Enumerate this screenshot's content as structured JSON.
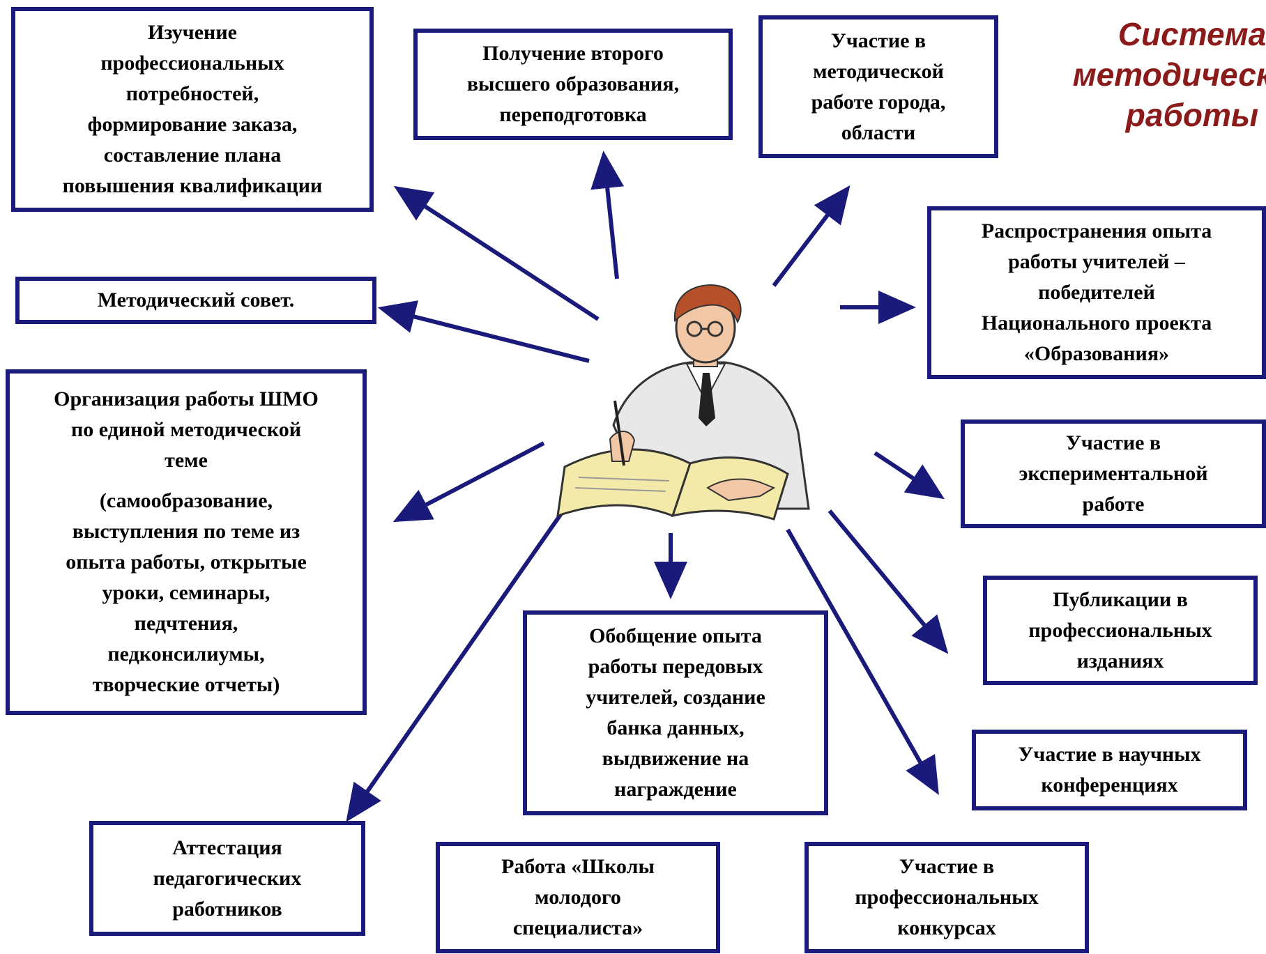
{
  "title": "Система\nметодической\nработы",
  "boxes": {
    "study": "Изучение\nпрофессиональных\nпотребностей,\nформирование заказа,\nсоставление плана\nповышения квалификации",
    "second_education": "Получение второго\nвысшего образования,\nпереподготовка",
    "city_work": "Участие в\nметодической\nработе города,\nобласти",
    "spread_experience": "Распространения опыта\nработы учителей –\nпобедителей\nНационального проекта\n«Образования»",
    "method_council": "Методический совет.",
    "shmo": "Организация работы ШМО\nпо единой методической\nтеме",
    "shmo_details": "(самообразование,\nвыступления по теме из\nопыта работы, открытые\nуроки, семинары,\nпедчтения,\nпедконсилиумы,\nтворческие отчеты)",
    "experimental": "Участие в\nэкспериментальной\nработе",
    "publications": "Публикации в\nпрофессиональных\nизданиях",
    "generalization": "Обобщение опыта\nработы передовых\nучителей, создание\nбанка данных,\nвыдвижение на\nнаграждение",
    "conferences": "Участие в научных\nконференциях",
    "attestation": "Аттестация\nпедагогических\nработников",
    "young_specialist": "Работа «Школы\nмолодого\nспециалиста»",
    "competitions": "Участие в\nпрофессиональных\nконкурсах"
  },
  "colors": {
    "border": "#1a1a7a",
    "arrow": "#1a1a7a",
    "title": "#8b1a1a"
  },
  "center_image": "teacher-writing-illustration"
}
